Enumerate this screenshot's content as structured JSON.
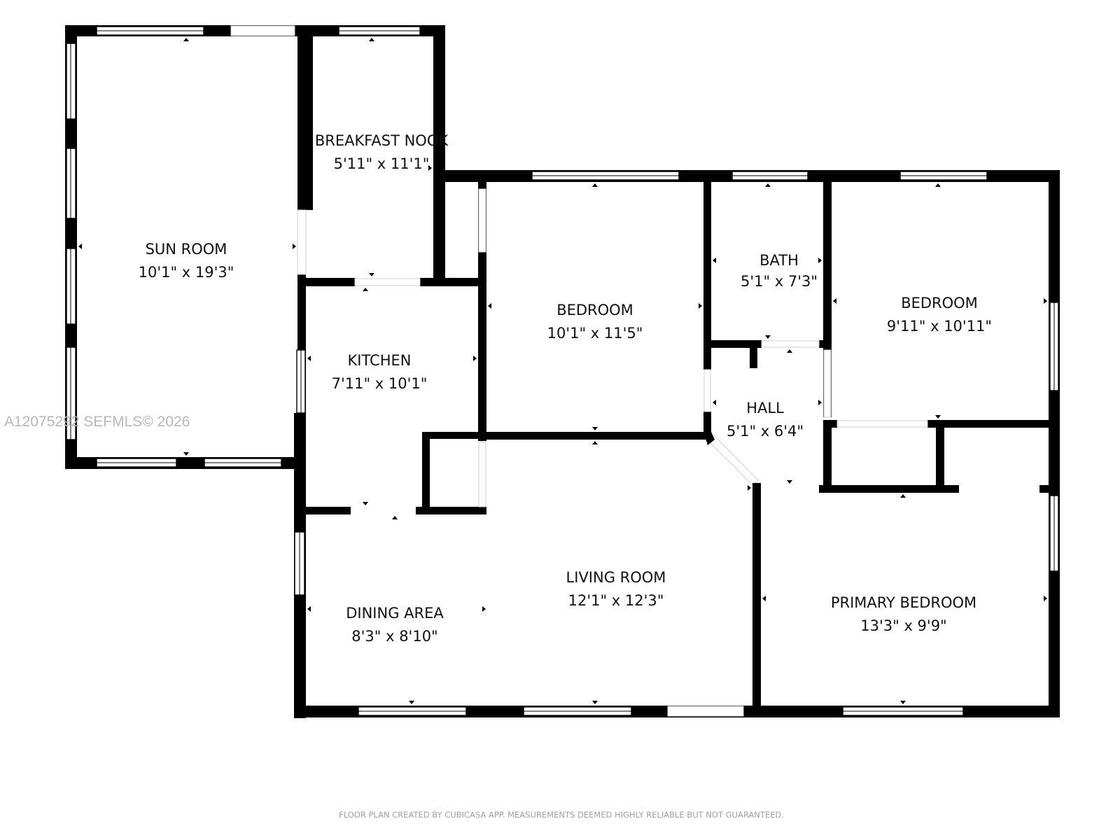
{
  "rooms": [
    {
      "id": "sun-room",
      "name": "SUN ROOM",
      "dims": "10'1\" x 19'3\""
    },
    {
      "id": "breakfast-nook",
      "name": "BREAKFAST NOOK",
      "dims": "5'11\" x 11'1\""
    },
    {
      "id": "kitchen",
      "name": "KITCHEN",
      "dims": "7'11\" x 10'1\""
    },
    {
      "id": "bedroom-1",
      "name": "BEDROOM",
      "dims": "10'1\" x 11'5\""
    },
    {
      "id": "bath",
      "name": "BATH",
      "dims": "5'1\" x 7'3\""
    },
    {
      "id": "bedroom-2",
      "name": "BEDROOM",
      "dims": "9'11\" x 10'11\""
    },
    {
      "id": "hall",
      "name": "HALL",
      "dims": "5'1\" x 6'4\""
    },
    {
      "id": "living-room",
      "name": "LIVING ROOM",
      "dims": "12'1\" x 12'3\""
    },
    {
      "id": "dining-area",
      "name": "DINING AREA",
      "dims": "8'3\" x 8'10\""
    },
    {
      "id": "primary-bedroom",
      "name": "PRIMARY BEDROOM",
      "dims": "13'3\" x 9'9\""
    }
  ],
  "watermark": "A12075292  SEFMLS© 2026",
  "footer": "FLOOR PLAN CREATED BY CUBICASA APP. MEASUREMENTS DEEMED HIGHLY RELIABLE BUT NOT GUARANTEED.",
  "colors": {
    "wall": "#000000",
    "background": "#ffffff",
    "watermark": "#b8b8b8",
    "footer": "#a0a0a0"
  }
}
